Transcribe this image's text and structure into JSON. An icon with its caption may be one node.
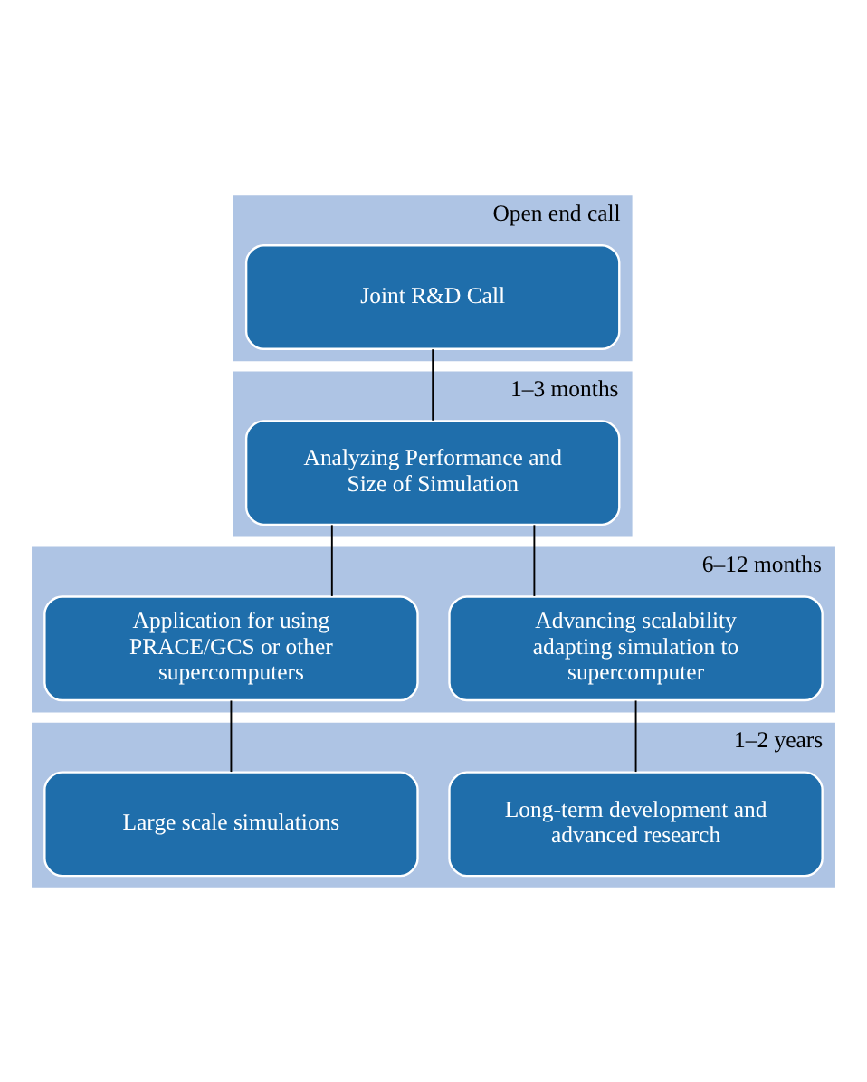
{
  "diagram": {
    "nodes": [
      {
        "text": [
          "Open end call"
        ]
      },
      {
        "text": [
          "Joint R&D Call"
        ],
        "in": 0
      },
      {
        "text": [
          "1–3 months"
        ]
      },
      {
        "text": [
          "Analyzing Performance and Size of Simulation"
        ],
        "in": 2
      },
      {
        "text": [
          "6–12 months"
        ]
      },
      {
        "text": [
          "Application for using PRACE/GCS or other supercomputers"
        ],
        "in": 4
      },
      {
        "text": [
          "Advancing scalability adapting simulation to supercomputer"
        ],
        "in": 4
      },
      {
        "text": [
          "1–2 years"
        ]
      },
      {
        "text": [
          "Large scale simulations"
        ],
        "in": 7
      },
      {
        "text": [
          "Long-term development and advanced research"
        ],
        "in": 7
      }
    ],
    "edges": [
      {
        "from": 1,
        "to": 3,
        "arrow": "none"
      },
      {
        "from": 3,
        "to": 5,
        "arrow": "none"
      },
      {
        "from": 3,
        "to": 6,
        "arrow": "none"
      },
      {
        "from": 5,
        "to": 8,
        "arrow": "none"
      },
      {
        "from": 6,
        "to": 9,
        "arrow": "none"
      }
    ]
  }
}
